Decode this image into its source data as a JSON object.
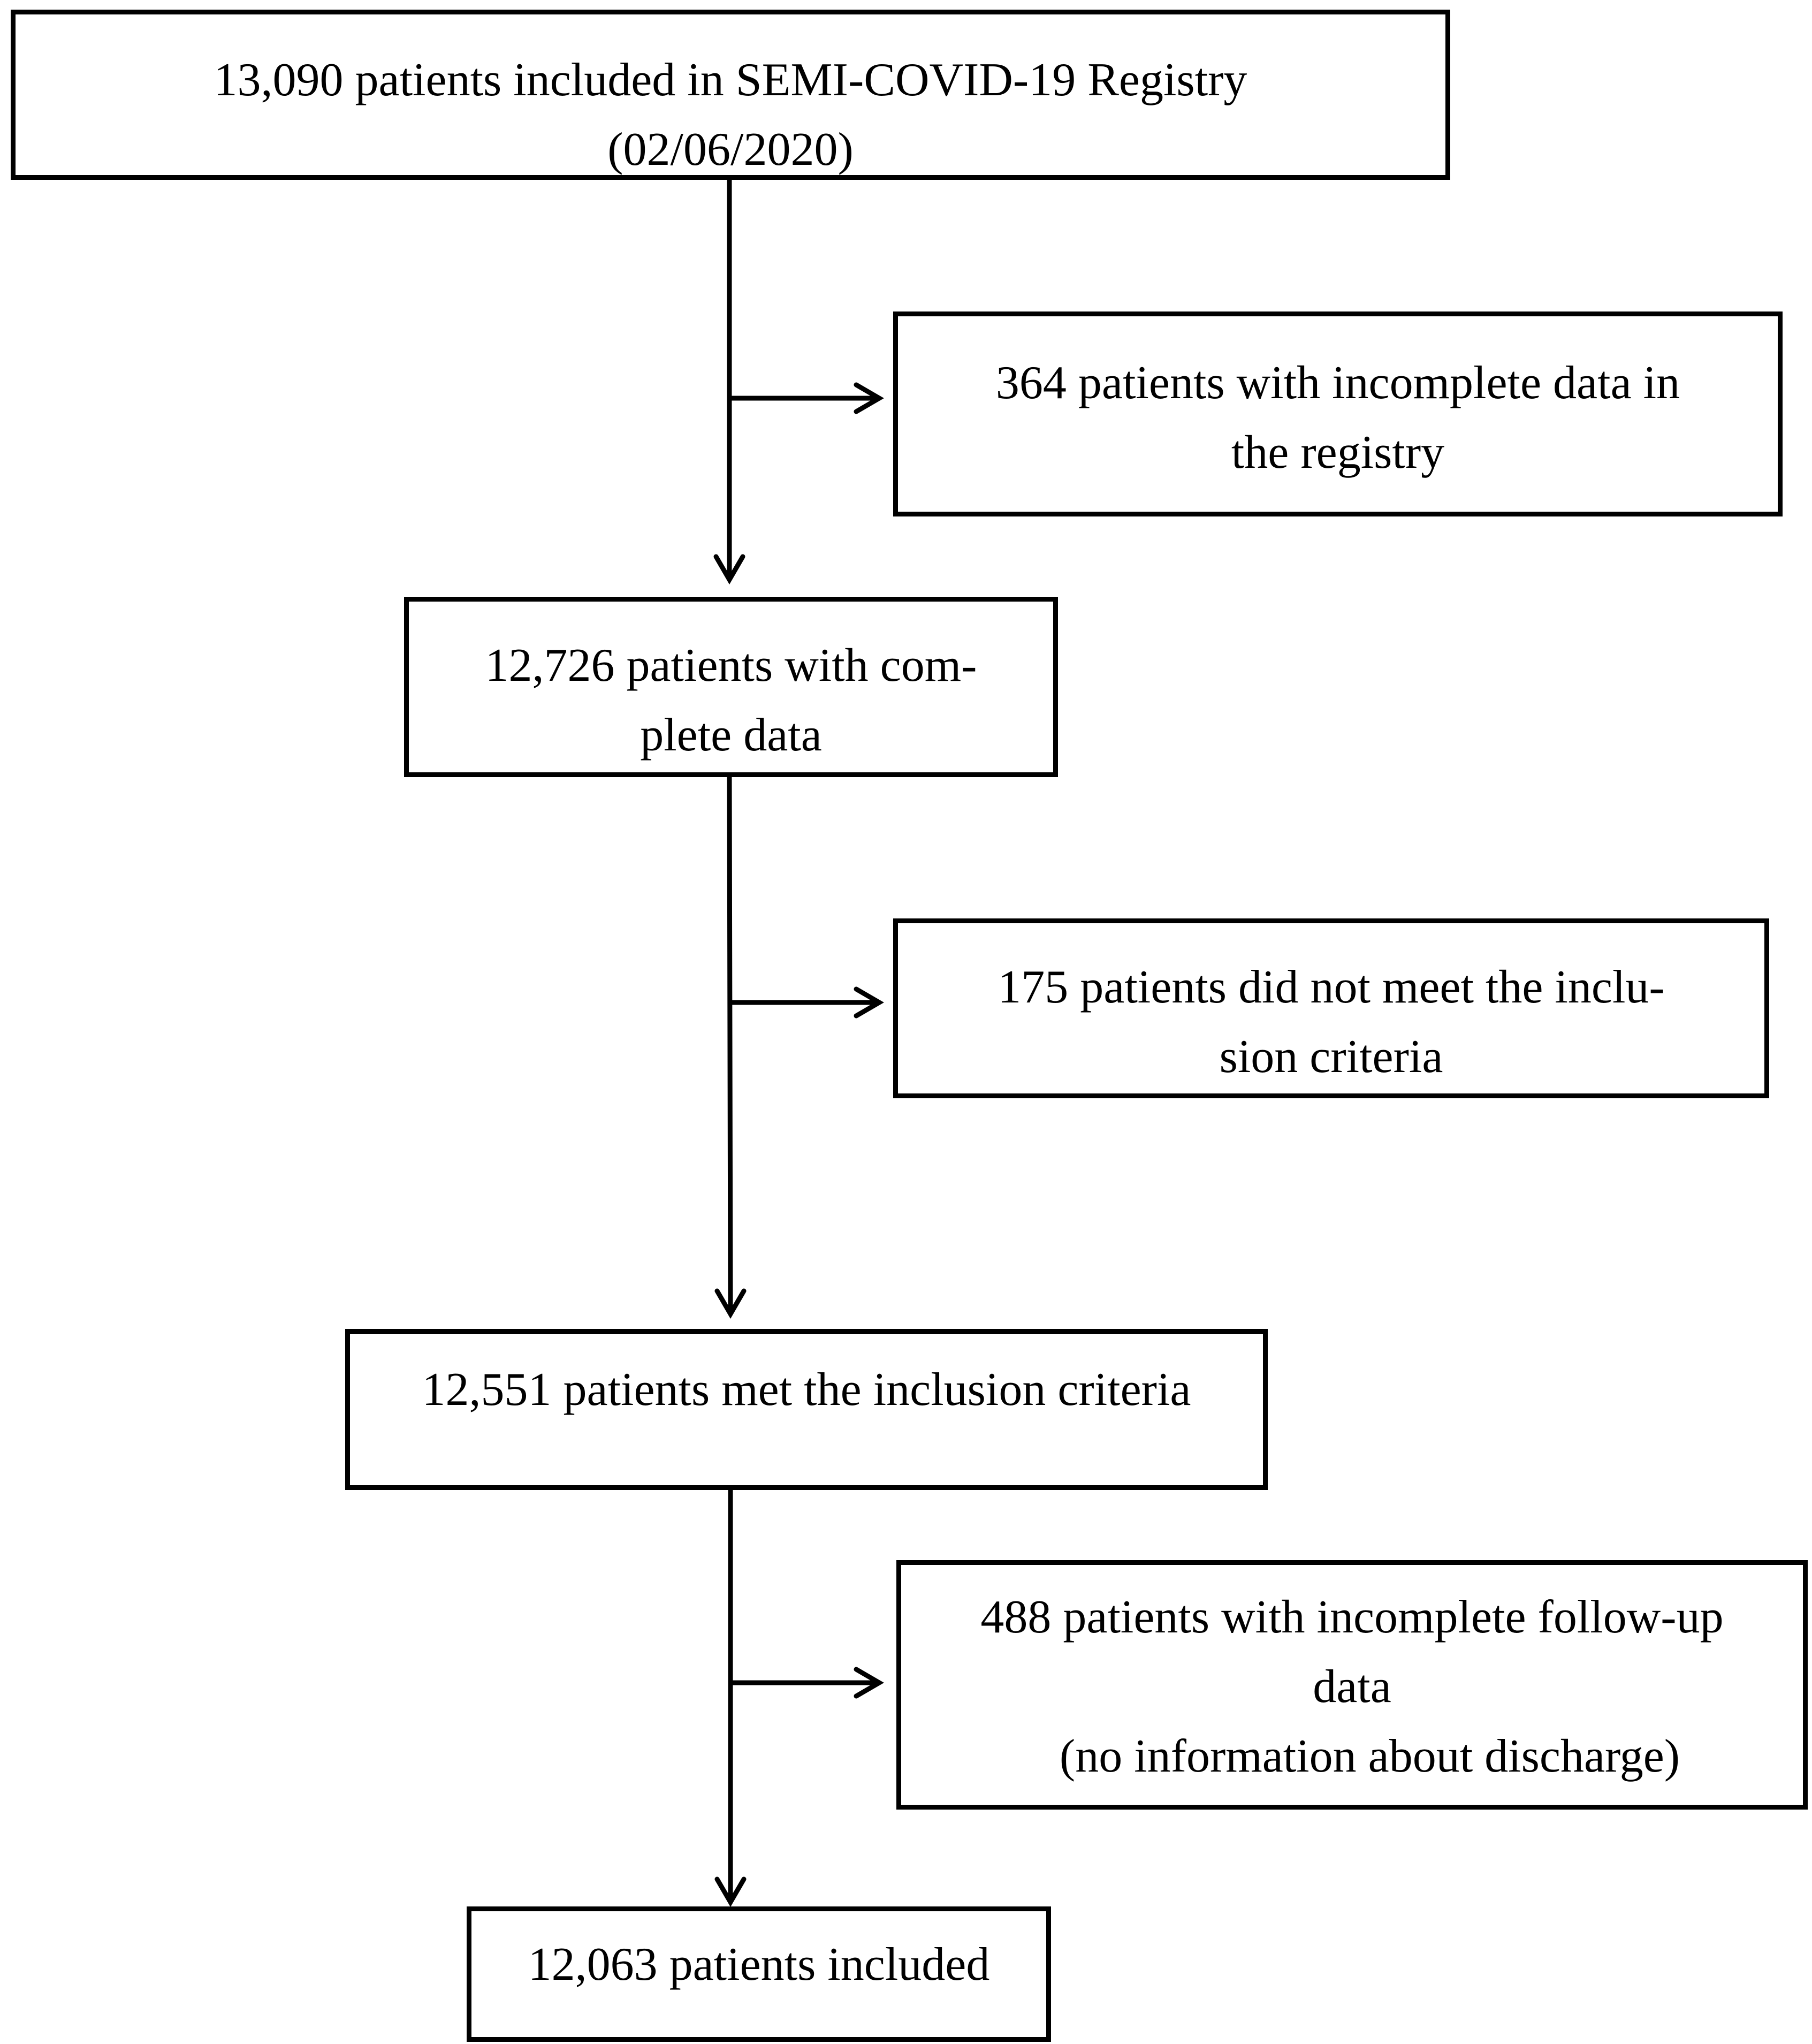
{
  "flowchart": {
    "boxes": [
      {
        "id": "registry",
        "lines": [
          "13,090 patients included in SEMI-COVID-19 Registry",
          "(02/06/2020)"
        ]
      },
      {
        "id": "excluded-incomplete-data",
        "lines": [
          "364 patients with incomplete data in",
          "the registry"
        ]
      },
      {
        "id": "complete-data",
        "lines": [
          "12,726 patients with com-",
          "plete data"
        ]
      },
      {
        "id": "excluded-inclusion-criteria",
        "lines": [
          "175 patients did not meet the inclu-",
          "sion criteria"
        ]
      },
      {
        "id": "met-inclusion",
        "lines": [
          "12,551 patients met the inclusion criteria"
        ]
      },
      {
        "id": "excluded-follow-up",
        "lines": [
          "488 patients with incomplete follow-up",
          "data",
          "   (no information about discharge)"
        ]
      },
      {
        "id": "final-included",
        "lines": [
          "12,063 patients included"
        ]
      }
    ],
    "edges": [
      {
        "from": "registry",
        "to": "complete-data",
        "kind": "main-flow"
      },
      {
        "from": "registry",
        "to": "excluded-incomplete-data",
        "kind": "exclusion"
      },
      {
        "from": "complete-data",
        "to": "met-inclusion",
        "kind": "main-flow"
      },
      {
        "from": "complete-data",
        "to": "excluded-inclusion-criteria",
        "kind": "exclusion"
      },
      {
        "from": "met-inclusion",
        "to": "final-included",
        "kind": "main-flow"
      },
      {
        "from": "met-inclusion",
        "to": "excluded-follow-up",
        "kind": "exclusion"
      }
    ]
  }
}
